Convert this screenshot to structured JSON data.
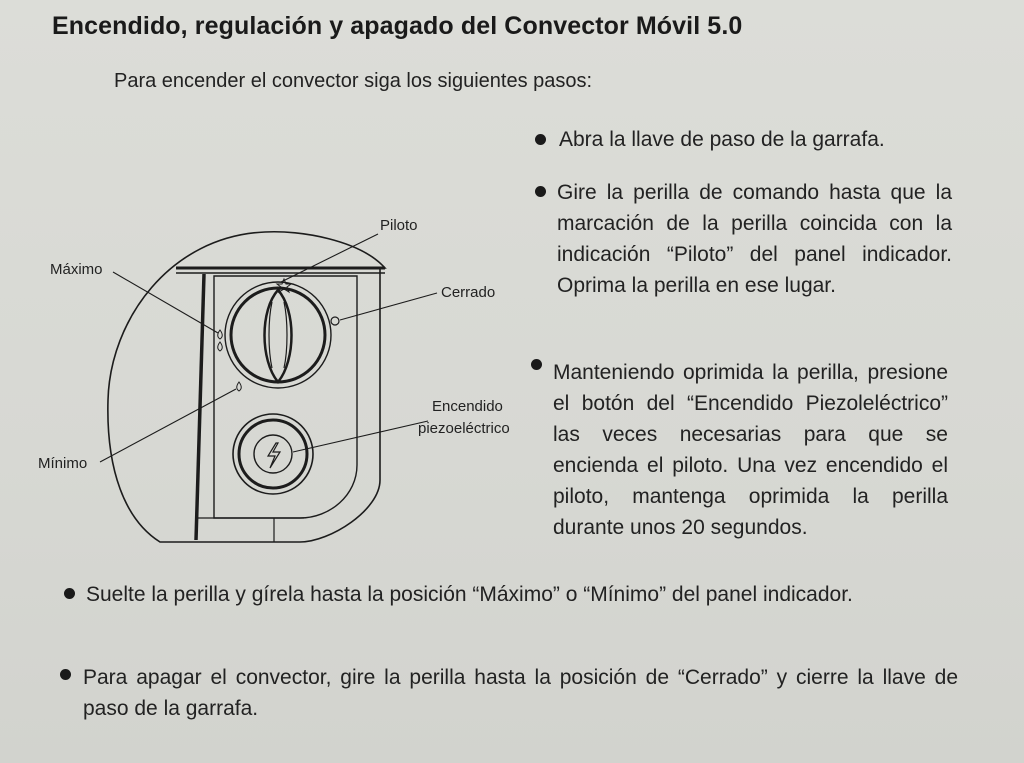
{
  "title": "Encendido, regulación y apagado del Convector Móvil 5.0",
  "intro": "Para encender el convector siga los siguientes pasos:",
  "steps_right": [
    "Abra la llave de paso de la garrafa.",
    "Gire la perilla de comando hasta que la marcación de la perilla coincida con la indicación “Piloto” del panel indicador. Oprima la perilla en ese lugar.",
    "Manteniendo oprimida la perilla, presione el botón del “Encendido Piezoleléctrico” las veces necesarias para que se encienda el piloto. Una vez encendido el piloto, mantenga oprimida la perilla durante unos 20 segundos."
  ],
  "steps_bottom": [
    "Suelte la perilla y gírela hasta la posición “Máximo” o “Mínimo” del panel indicador.",
    "Para apagar el convector, gire la perilla hasta la posición de “Cerrado” y cierre la llave de paso de la garrafa."
  ],
  "diagram_labels": {
    "piloto": "Piloto",
    "maximo": "Máximo",
    "cerrado": "Cerrado",
    "encendido_line1": "Encendido",
    "encendido_line2": "piezoeléctrico",
    "minimo": "Mínimo"
  },
  "icons": {
    "bullet": "bullet-dot-icon",
    "spark": "lightning-icon"
  }
}
